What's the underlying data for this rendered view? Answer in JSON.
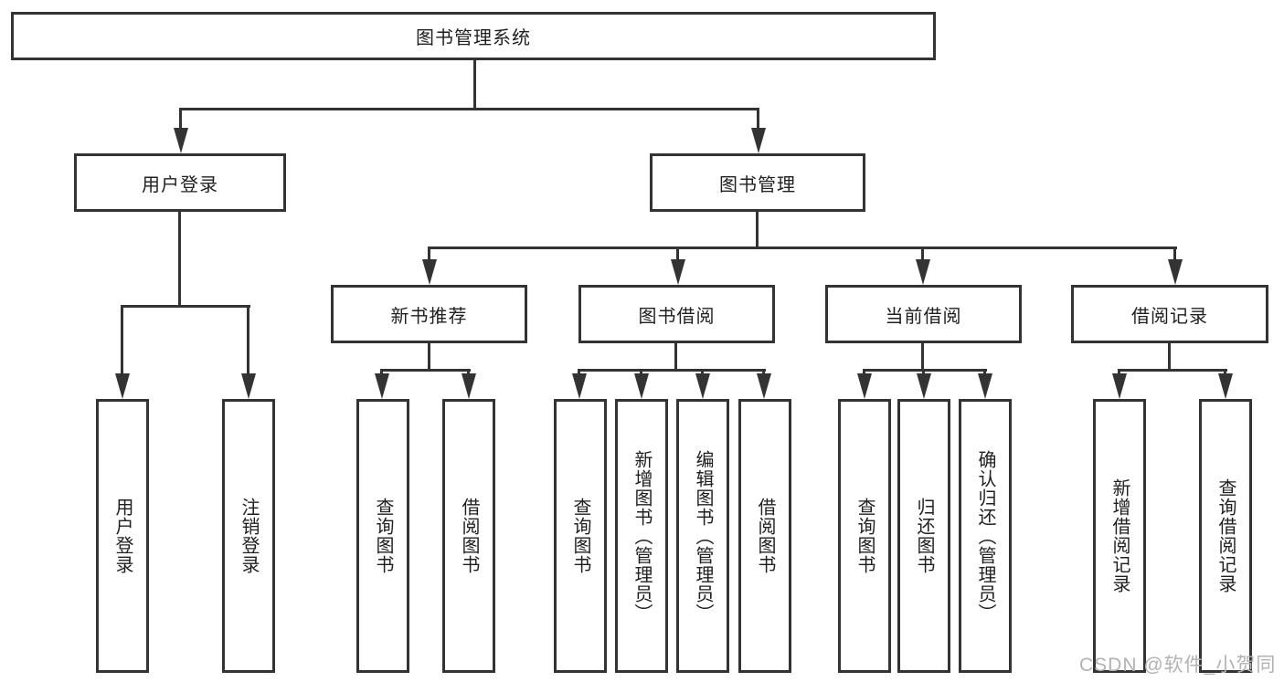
{
  "root": {
    "label": "图书管理系统"
  },
  "branches": {
    "user_login": {
      "label": "用户登录",
      "leaves": [
        "用户登录",
        "注销登录"
      ]
    },
    "book_mgmt": {
      "label": "图书管理"
    },
    "new_book_rec": {
      "label": "新书推荐",
      "leaves": [
        "查询图书",
        "借阅图书"
      ]
    },
    "book_borrow": {
      "label": "图书借阅",
      "leaves": [
        "查询图书",
        "新增图书（管理员）",
        "编辑图书（管理员）",
        "借阅图书"
      ]
    },
    "current_borrow": {
      "label": "当前借阅",
      "leaves": [
        "查询图书",
        "归还图书",
        "确认归还（管理员）"
      ]
    },
    "borrow_records": {
      "label": "借阅记录",
      "leaves": [
        "新增借阅记录",
        "查询借阅记录"
      ]
    }
  },
  "watermark": {
    "text": "CSDN @软件_小贺同学",
    "color": "#b2b2b2"
  },
  "colors": {
    "line": "#333333",
    "box_background": "#ffffff",
    "text": "#1f1f1f"
  }
}
